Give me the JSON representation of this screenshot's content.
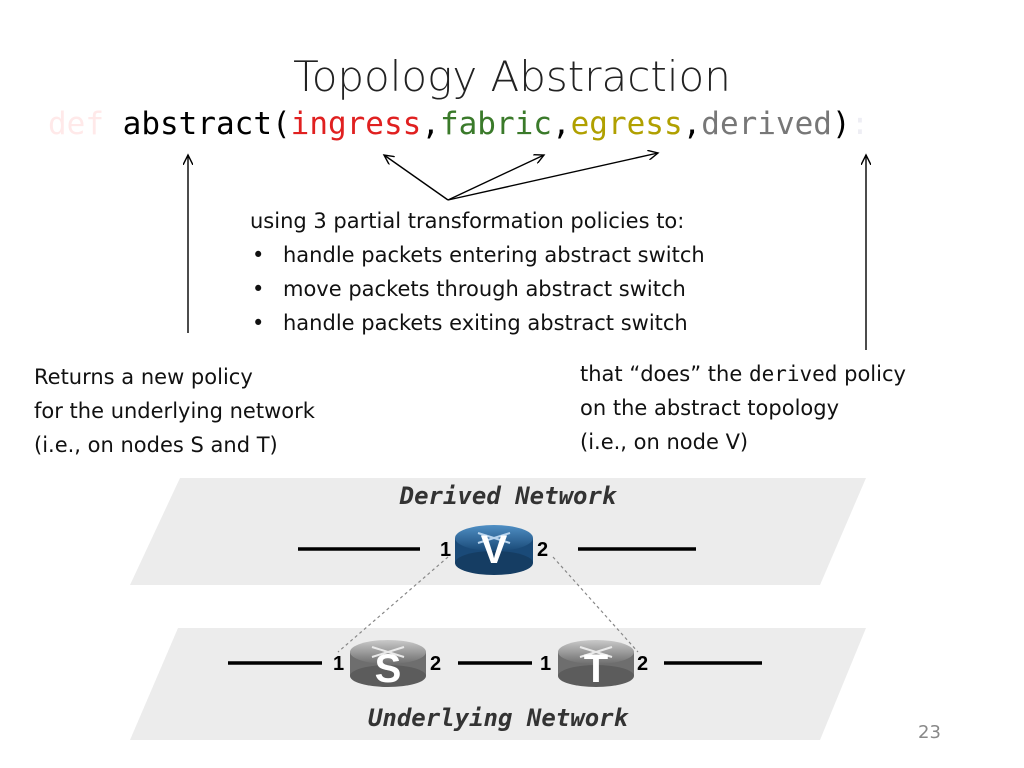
{
  "slide": {
    "title": "Topology Abstraction",
    "number": "23"
  },
  "code": {
    "keyword": "def",
    "function": "abstract(",
    "ingress": "ingress",
    "comma1": ",",
    "fabric": "fabric",
    "comma2": ",",
    "egress": "egress",
    "comma3": ",",
    "derived": "derived",
    "close": ")",
    "colon": ":"
  },
  "explanation": {
    "intro": "using 3 partial transformation policies to:",
    "items": [
      "handle packets entering abstract switch",
      "move packets through abstract switch",
      "handle packets exiting abstract switch"
    ]
  },
  "left_note": {
    "line1": "Returns a new policy",
    "line2": "for the underlying network",
    "line3": "(i.e., on nodes S and T)"
  },
  "right_note": {
    "line1_pre": "that “does” the ",
    "line1_code": "derived",
    "line1_post": " policy",
    "line2": "on the abstract topology",
    "line3": "(i.e., on node V)"
  },
  "derived_network": {
    "label": "Derived Network",
    "node": "V",
    "port_left": "1",
    "port_right": "2"
  },
  "underlying_network": {
    "label": "Underlying Network",
    "node_s": "S",
    "node_t": "T",
    "s_port_left": "1",
    "s_port_right": "2",
    "t_port_left": "1",
    "t_port_right": "2"
  },
  "colors": {
    "ingress": "#e02020",
    "fabric": "#3a7a2a",
    "egress": "#b0a000",
    "derived": "#777777",
    "router_v": "#1f5b8f",
    "router_st": "#8a8a8a",
    "plane": "#ececec"
  }
}
